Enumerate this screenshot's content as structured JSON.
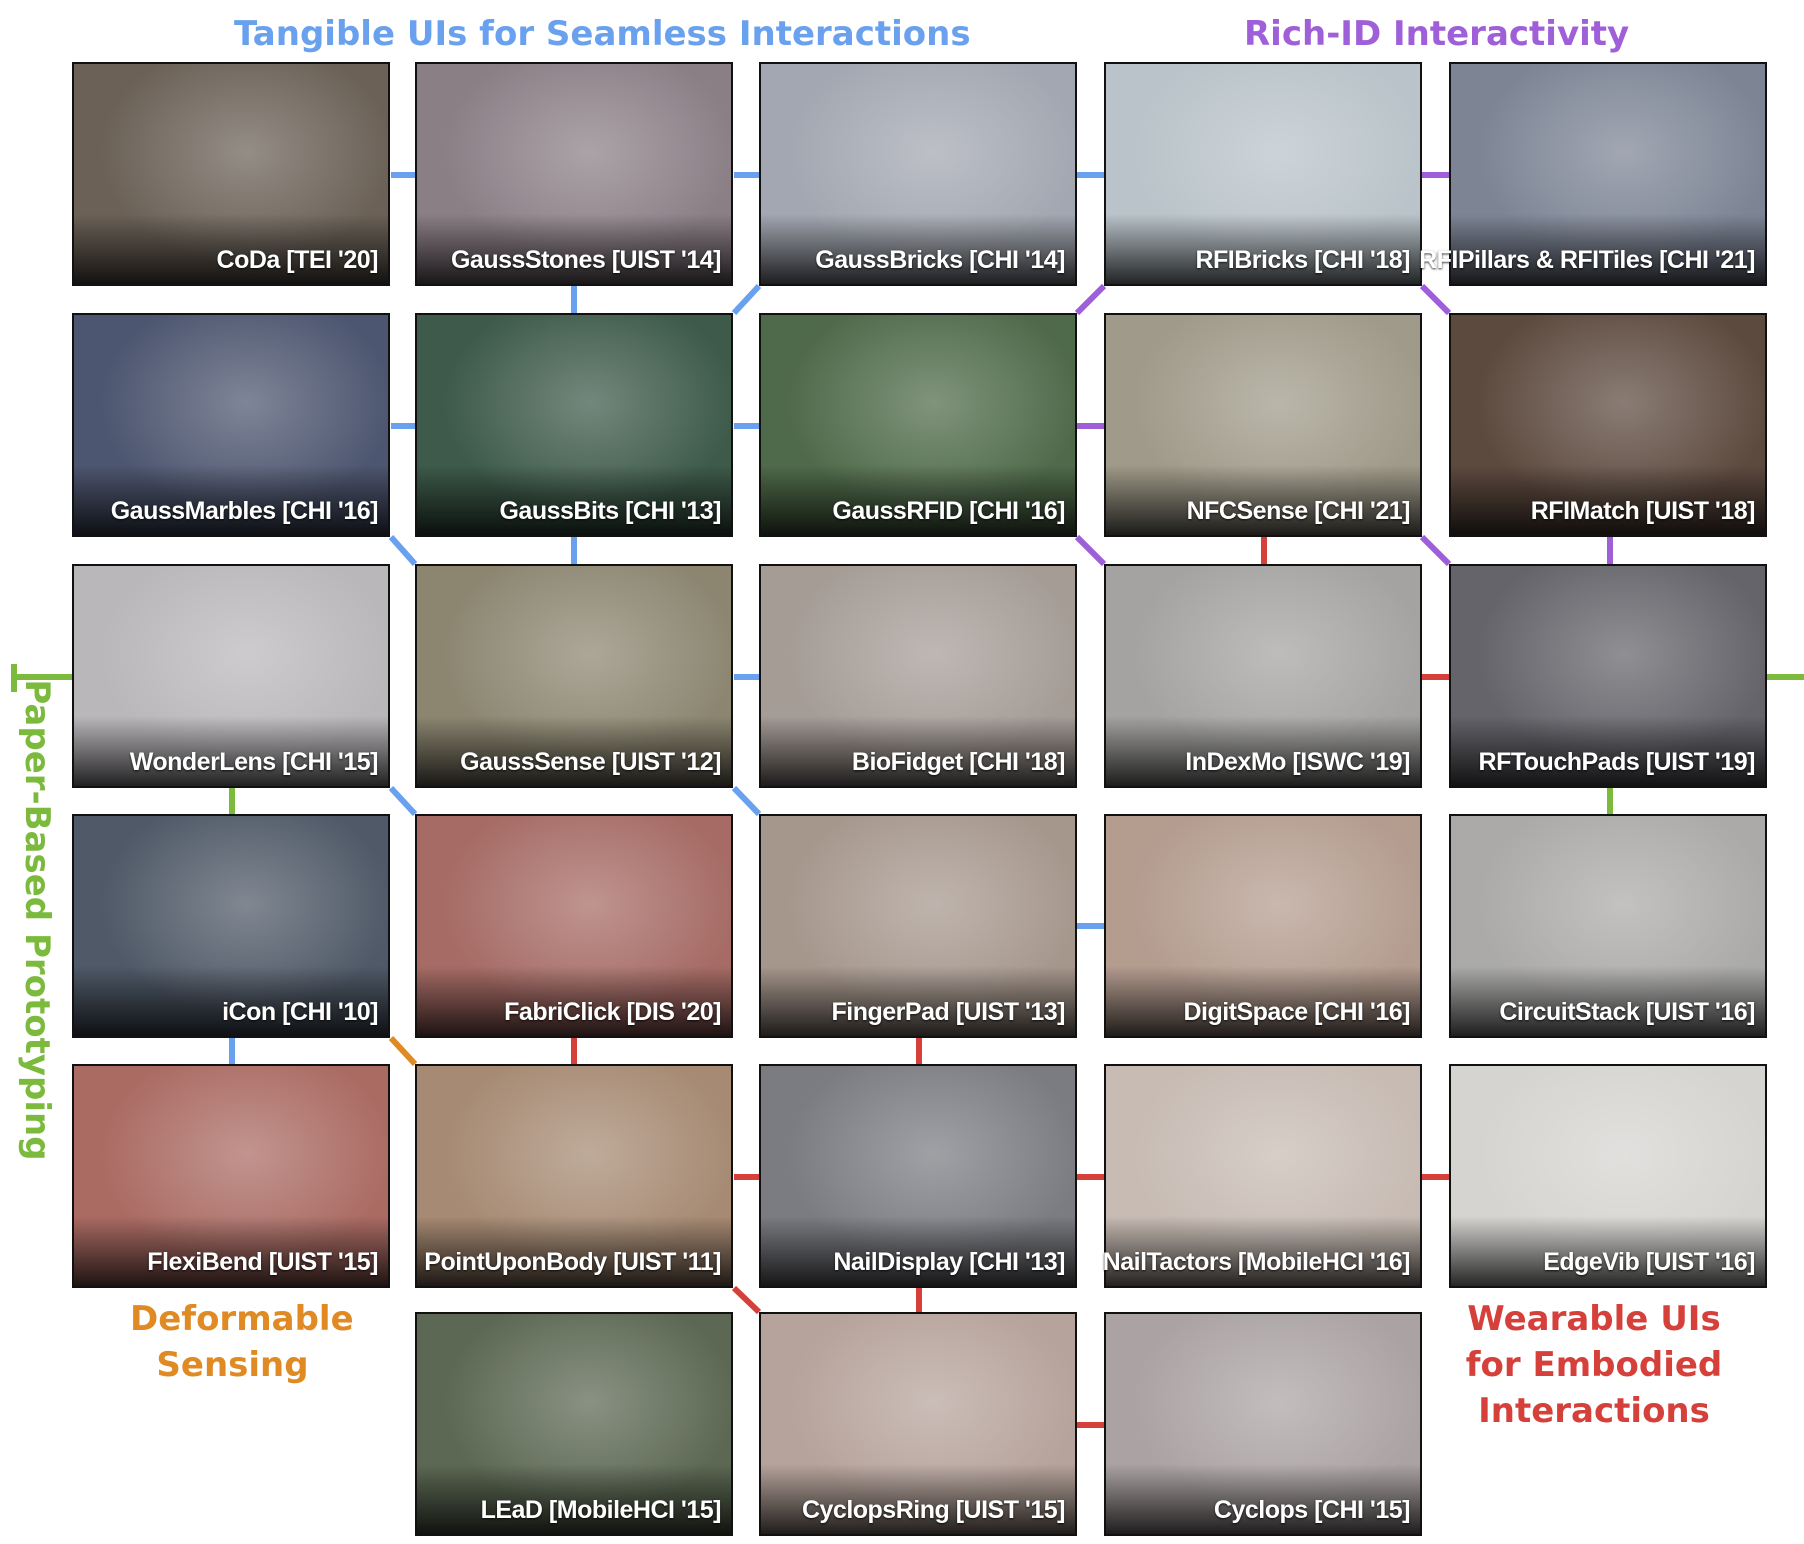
{
  "categories": {
    "tangible": "Tangible UIs for Seamless Interactions",
    "rich_id": "Rich-ID Interactivity",
    "paper": "Paper-Based Prototyping",
    "deformable": "Deformable Sensing",
    "wearable": "Wearable UIs for Embodied Interactions"
  },
  "category_colors": {
    "tangible": "#6aa1ee",
    "rich_id": "#9f5fd8",
    "paper": "#7cba3e",
    "deformable": "#e08a24",
    "wearable": "#d6403b"
  },
  "projects": [
    {
      "label": "CoDa [TEI '20]",
      "photo": "#6b6157"
    },
    {
      "label": "GaussStones [UIST '14]",
      "photo": "#8b7f86"
    },
    {
      "label": "GaussBricks [CHI '14]",
      "photo": "#a3a7b1"
    },
    {
      "label": "RFIBricks [CHI '18]",
      "photo": "#b9c3c9"
    },
    {
      "label": "RFIPillars & RFITiles [CHI '21]",
      "photo": "#7d8595"
    },
    {
      "label": "GaussMarbles [CHI '16]",
      "photo": "#4d5670"
    },
    {
      "label": "GaussBits [CHI '13]",
      "photo": "#3d5a4a"
    },
    {
      "label": "GaussRFID [CHI '16]",
      "photo": "#4f6a4a"
    },
    {
      "label": "NFCSense [CHI '21]",
      "photo": "#9f9a89"
    },
    {
      "label": "RFIMatch [UIST '18]",
      "photo": "#5d4a3f"
    },
    {
      "label": "WonderLens [CHI '15]",
      "photo": "#bab7bb"
    },
    {
      "label": "GaussSense [UIST '12]",
      "photo": "#8c8671"
    },
    {
      "label": "BioFidget [CHI '18]",
      "photo": "#a59c96"
    },
    {
      "label": "InDexMo [ISWC '19]",
      "photo": "#a4a3a1"
    },
    {
      "label": "RFTouchPads [UIST '19]",
      "photo": "#65646a"
    },
    {
      "label": "iCon [CHI '10]",
      "photo": "#4f5967"
    },
    {
      "label": "FabriClick [DIS '20]",
      "photo": "#a66b65"
    },
    {
      "label": "FingerPad [UIST '13]",
      "photo": "#a6978d"
    },
    {
      "label": "DigitSpace [CHI '16]",
      "photo": "#b49c8f"
    },
    {
      "label": "CircuitStack [UIST '16]",
      "photo": "#abaaa9"
    },
    {
      "label": "FlexiBend [UIST '15]",
      "photo": "#aa6b63"
    },
    {
      "label": "PointUponBody [UIST '11]",
      "photo": "#a68a73"
    },
    {
      "label": "NailDisplay [CHI '13]",
      "photo": "#7b7c82"
    },
    {
      "label": "NailTactors [MobileHCI '16]",
      "photo": "#c7bbb3"
    },
    {
      "label": "EdgeVib [UIST '16]",
      "photo": "#d5d4d1"
    },
    {
      "label": "LEaD [MobileHCI '15]",
      "photo": "#5c6853"
    },
    {
      "label": "CyclopsRing [UIST '15]",
      "photo": "#b6a39b"
    },
    {
      "label": "Cyclops [CHI '15]",
      "photo": "#aba3a3"
    }
  ]
}
